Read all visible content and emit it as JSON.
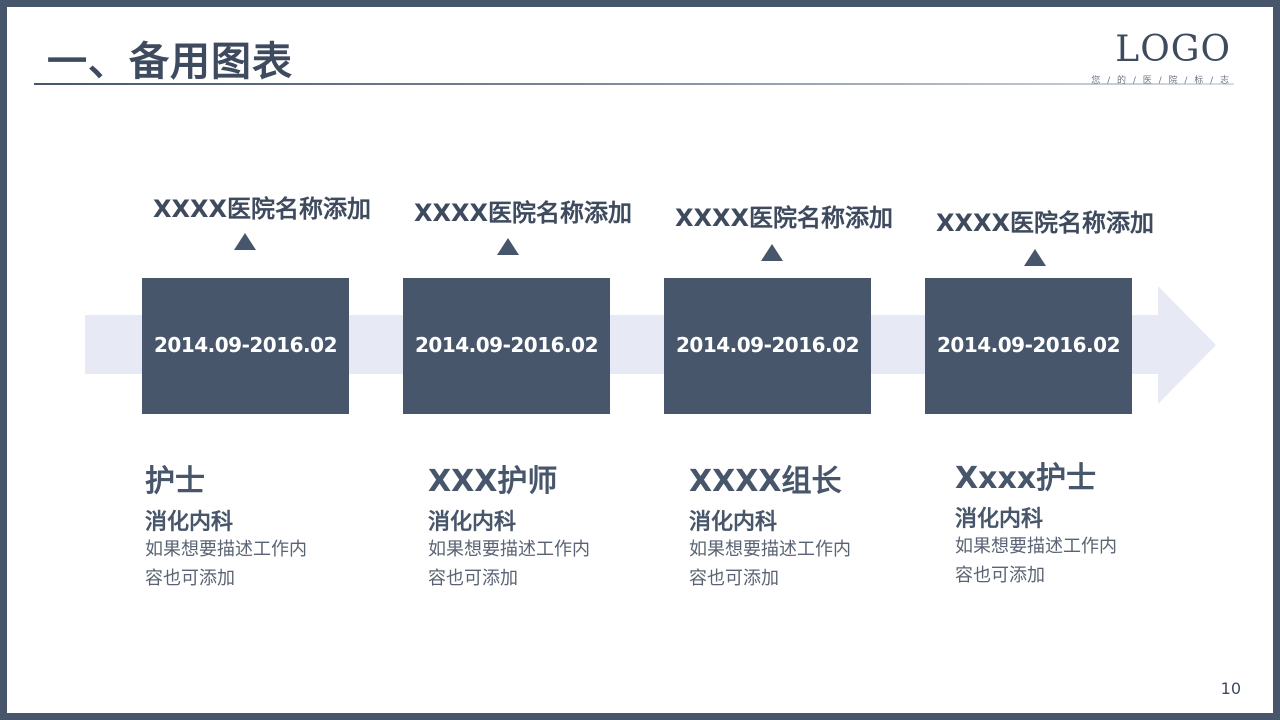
{
  "header": {
    "title": "一、备用图表"
  },
  "logo": {
    "text": "LOGO",
    "subtitle": "您 / 的 / 医 / 院 / 标 / 志"
  },
  "steps": [
    {
      "hospital": "XXXX医院名称添加",
      "period": "2014.09-2016.02",
      "role": "护士",
      "department": "消化内科",
      "desc_line1": "如果想要描述工作内",
      "desc_line2": "容也可添加"
    },
    {
      "hospital": "XXXX医院名称添加",
      "period": "2014.09-2016.02",
      "role": "XXX护师",
      "department": "消化内科",
      "desc_line1": "如果想要描述工作内",
      "desc_line2": "容也可添加"
    },
    {
      "hospital": "XXXX医院名称添加",
      "period": "2014.09-2016.02",
      "role": "XXXX组长",
      "department": "消化内科",
      "desc_line1": "如果想要描述工作内",
      "desc_line2": "容也可添加"
    },
    {
      "hospital": "XXXX医院名称添加",
      "period": "2014.09-2016.02",
      "role": "Xxxx护士",
      "department": "消化内科",
      "desc_line1": "如果想要描述工作内",
      "desc_line2": "容也可添加"
    }
  ],
  "footer": {
    "page_number": "10"
  },
  "colors": {
    "primary": "#48566b",
    "band": "#e7e9f4",
    "text_dark": "#3e4a5e"
  }
}
